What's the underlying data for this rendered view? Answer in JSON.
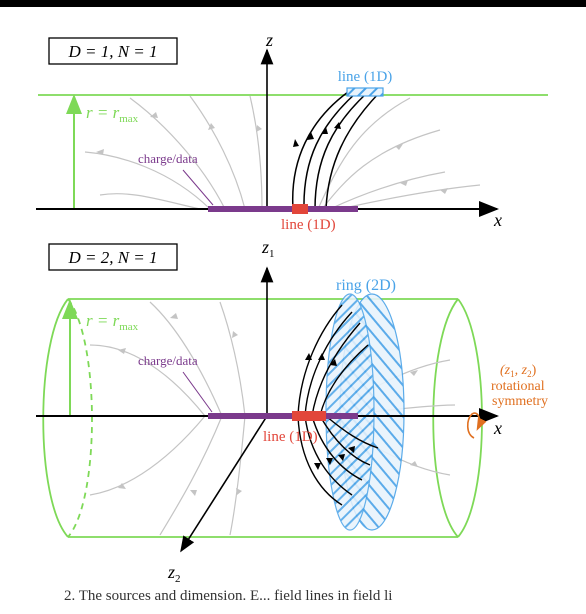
{
  "panel1": {
    "box_label": "D = 1, N = 1",
    "axis_z": "z",
    "axis_x": "x",
    "radius_label": "r = r",
    "radius_sub": "max",
    "target_label": "line (1D)",
    "source_label": "line (1D)",
    "charge_label": "charge/data"
  },
  "panel2": {
    "box_label": "D = 2, N = 1",
    "axis_z1": "z",
    "axis_z1_sub": "1",
    "axis_z2": "z",
    "axis_z2_sub": "2",
    "axis_x": "x",
    "radius_label": "r = r",
    "radius_sub": "max",
    "target_label": "ring (2D)",
    "source_label": "line (1D)",
    "charge_label": "charge/data",
    "symmetry_label_1": "(z",
    "symmetry_label_1_sub1": "1",
    "symmetry_label_1_mid": ", z",
    "symmetry_label_1_sub2": "2",
    "symmetry_label_1_end": ")",
    "symmetry_label_2": "rotational",
    "symmetry_label_3": "symmetry"
  },
  "caption": "2. The sources and dimension. E... field lines in field li",
  "colors": {
    "green": "#7ed957",
    "blue": "#4aa3e8",
    "purple": "#7b3a8c",
    "red": "#e2463a",
    "orange": "#e07020",
    "gray": "#bdbdbd"
  }
}
